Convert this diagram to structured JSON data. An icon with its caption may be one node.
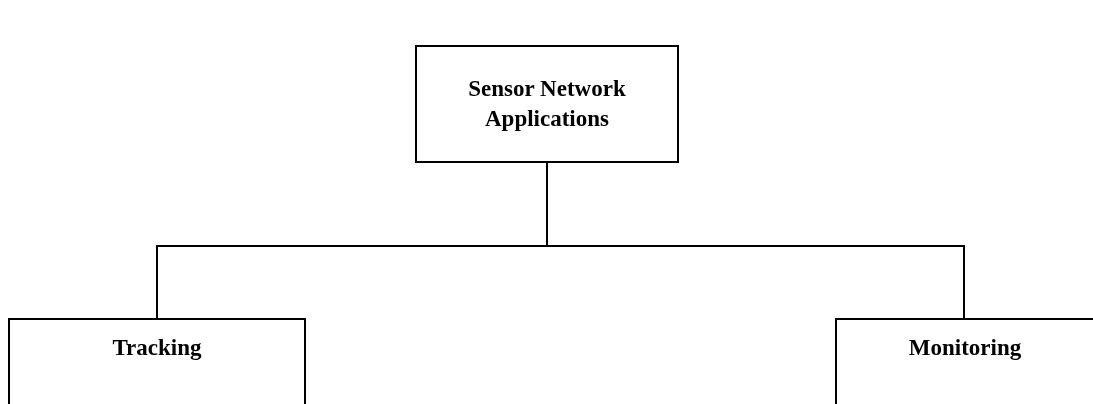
{
  "diagram": {
    "nodes": [
      {
        "text": [
          "Sensor Network Applications"
        ]
      },
      {
        "text": [
          "Tracking"
        ]
      },
      {
        "text": [
          "Monitoring"
        ]
      }
    ],
    "edges": [
      {
        "from": 0,
        "to": 1,
        "arrow": "none"
      },
      {
        "from": 0,
        "to": 2,
        "arrow": "none"
      }
    ]
  }
}
